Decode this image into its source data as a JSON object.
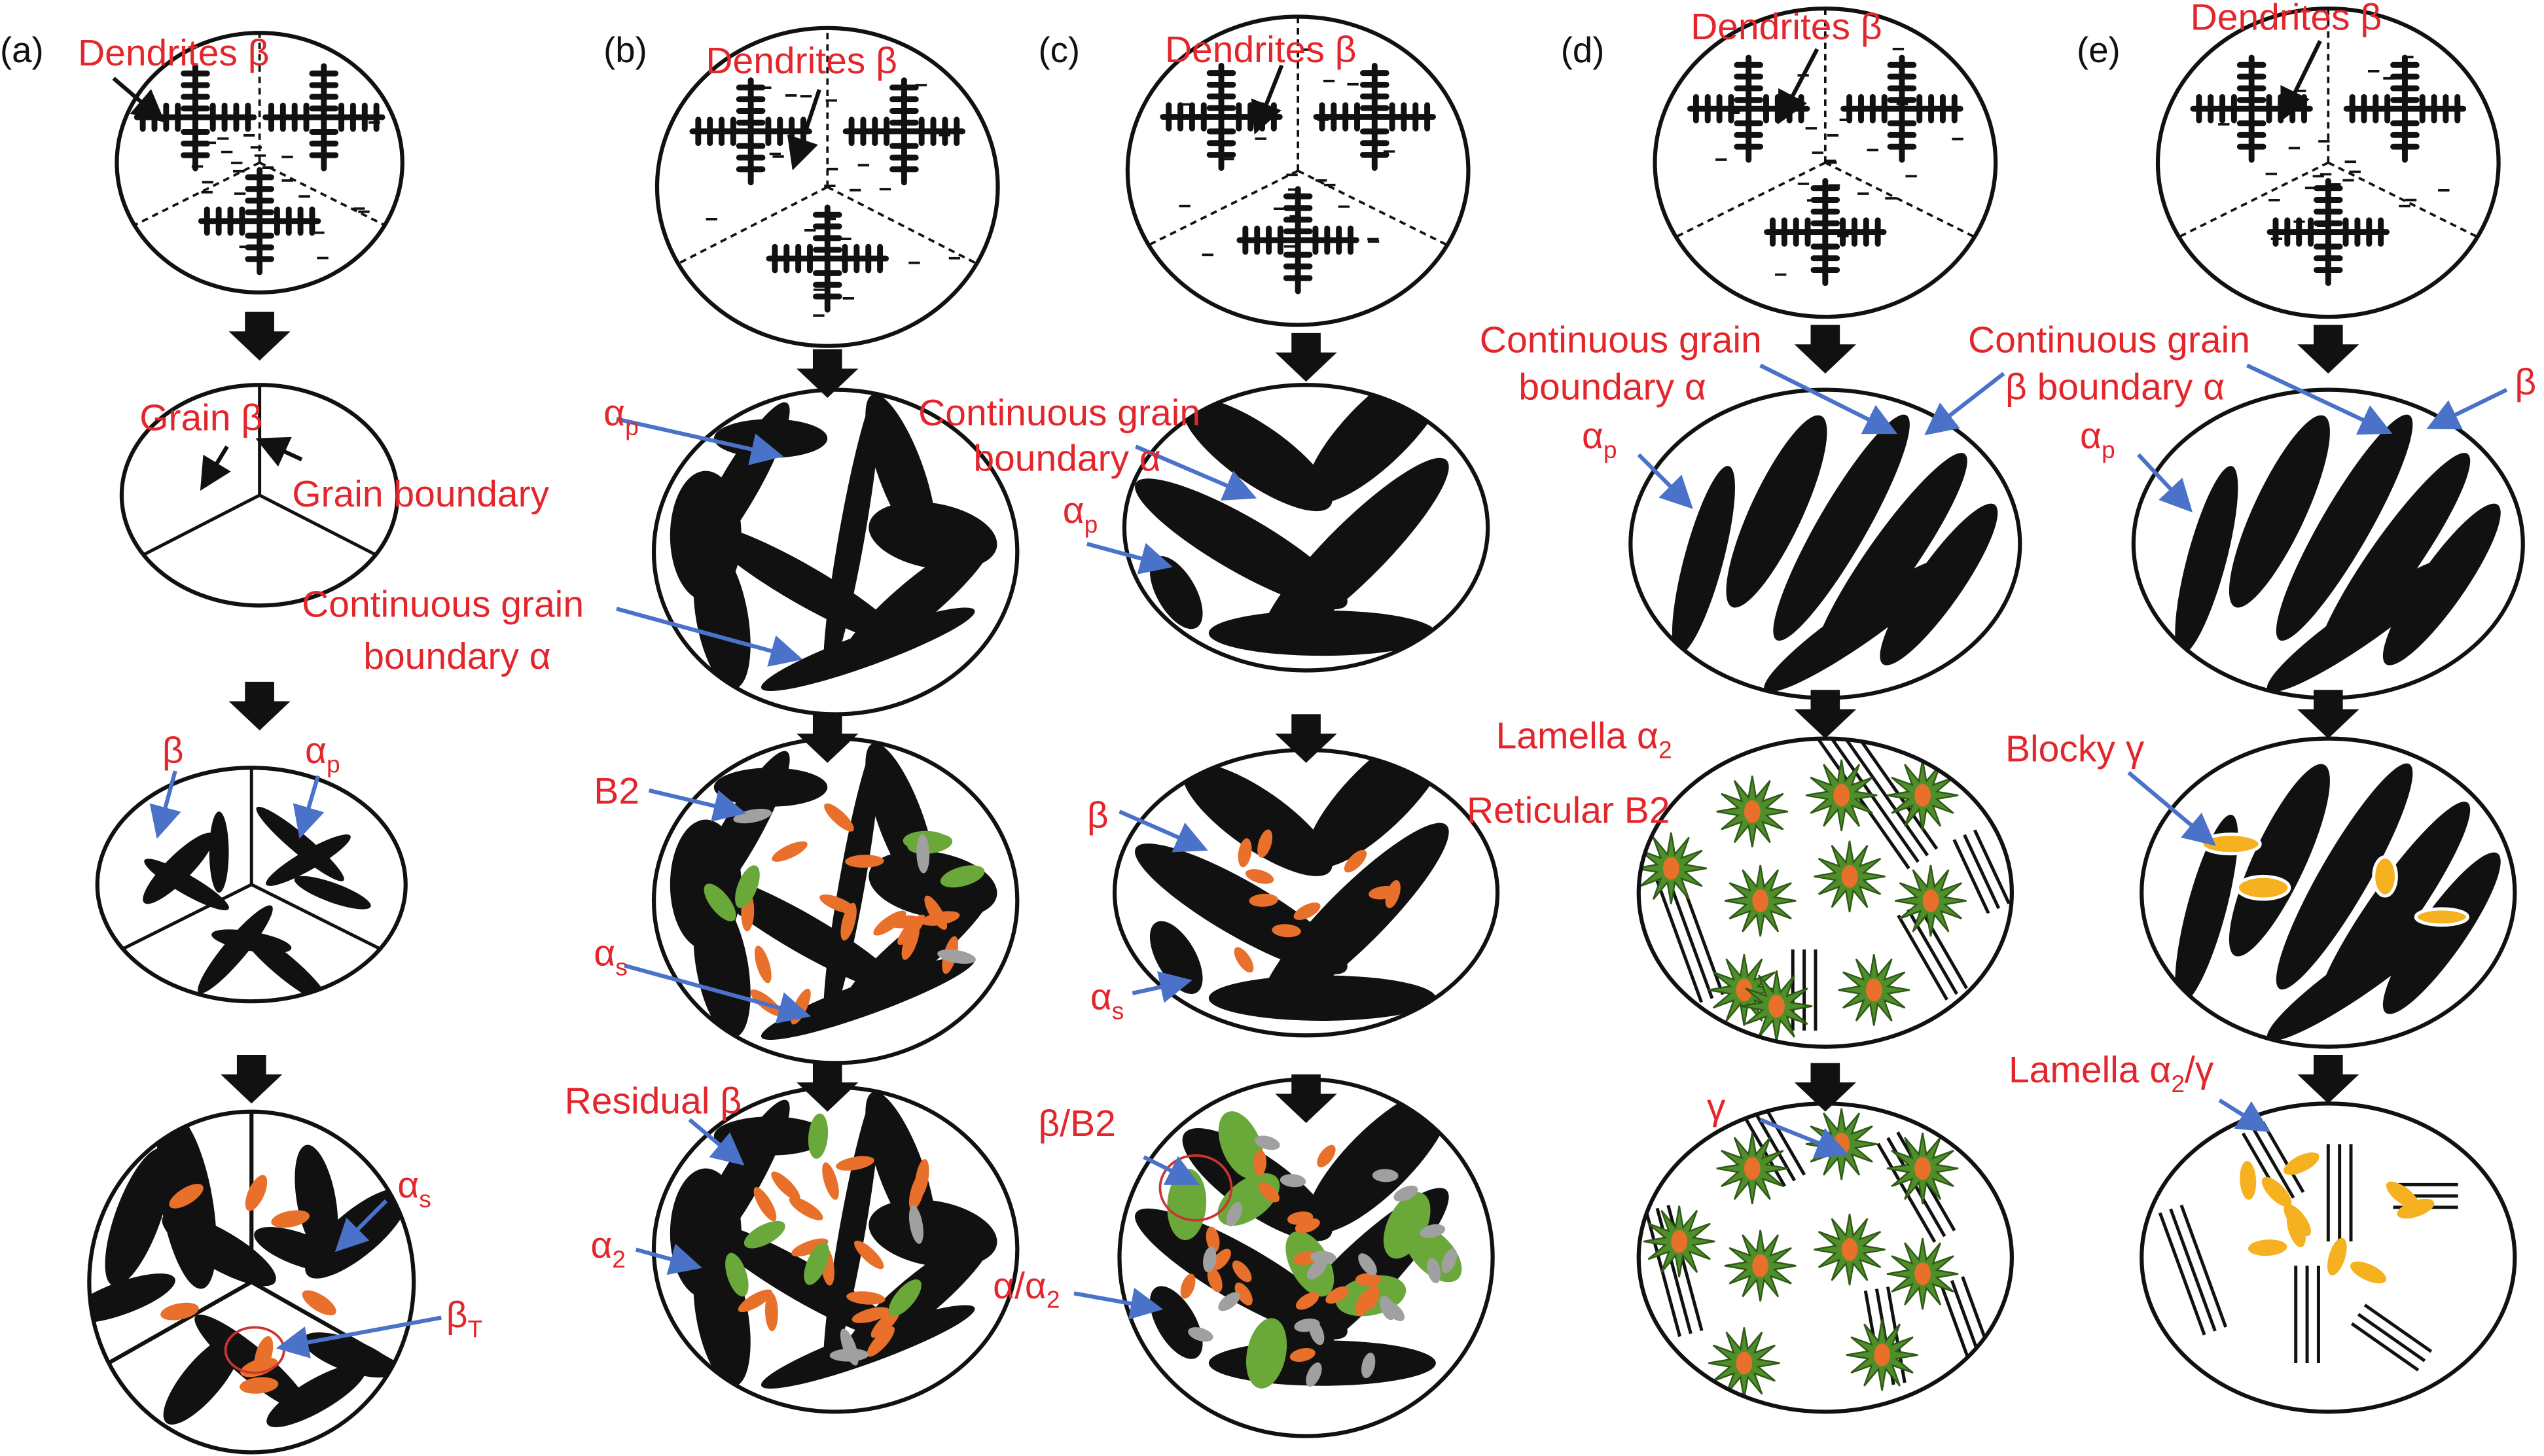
{
  "panels": {
    "a": {
      "tag": "(a)",
      "dendrites": "Dendrites β",
      "grain": "Grain β",
      "grain_boundary": "Grain boundary",
      "cgb_line1": "Continuous grain",
      "cgb_line2": "boundary α",
      "beta": "β",
      "alpha_p": {
        "main": "α",
        "sub": "p"
      },
      "alpha_s": {
        "main": "α",
        "sub": "s"
      },
      "beta_t": {
        "main": "β",
        "sub": "T"
      }
    },
    "b": {
      "tag": "(b)",
      "dendrites": "Dendrites β",
      "alpha_p": {
        "main": "α",
        "sub": "p"
      },
      "b2": "B2",
      "alpha_s": {
        "main": "α",
        "sub": "s"
      },
      "residual_beta": "Residual β",
      "alpha_2": {
        "main": "α",
        "sub": "2"
      }
    },
    "c": {
      "tag": "(c)",
      "dendrites": "Dendrites β",
      "cgb_line1": "Continuous grain",
      "cgb_line2": "boundary α",
      "alpha_p": {
        "main": "α",
        "sub": "p"
      },
      "beta": "β",
      "alpha_s": {
        "main": "α",
        "sub": "s"
      },
      "beta_b2": "β/B2",
      "alpha_alpha2": {
        "main": "α/α",
        "sub": "2"
      }
    },
    "d": {
      "tag": "(d)",
      "dendrites": "Dendrites β",
      "cgb_line1": "Continuous grain",
      "cgb_line2": "boundary α",
      "alpha_p": {
        "main": "α",
        "sub": "p"
      },
      "lamella_alpha2": {
        "main": "Lamella α",
        "sub": "2"
      },
      "reticular_b2": "Reticular B2",
      "gamma": "γ"
    },
    "e": {
      "tag": "(e)",
      "dendrites": "Dendrites β",
      "cgb_line1": "Continuous grain",
      "cgb_line2": "β boundary α",
      "beta": "β",
      "alpha_p": {
        "main": "α",
        "sub": "p"
      },
      "blocky_gamma": "Blocky γ",
      "lamella": {
        "main": "Lamella α",
        "sub": "2",
        "tail": "/γ"
      }
    }
  },
  "colors": {
    "label": "#e3262b",
    "pointer": "#4a72c8",
    "orange": "#e8702a",
    "green": "#6aa83a",
    "grey": "#a0a0a0",
    "yellow": "#f5b120",
    "star": "#4f8f2a"
  }
}
